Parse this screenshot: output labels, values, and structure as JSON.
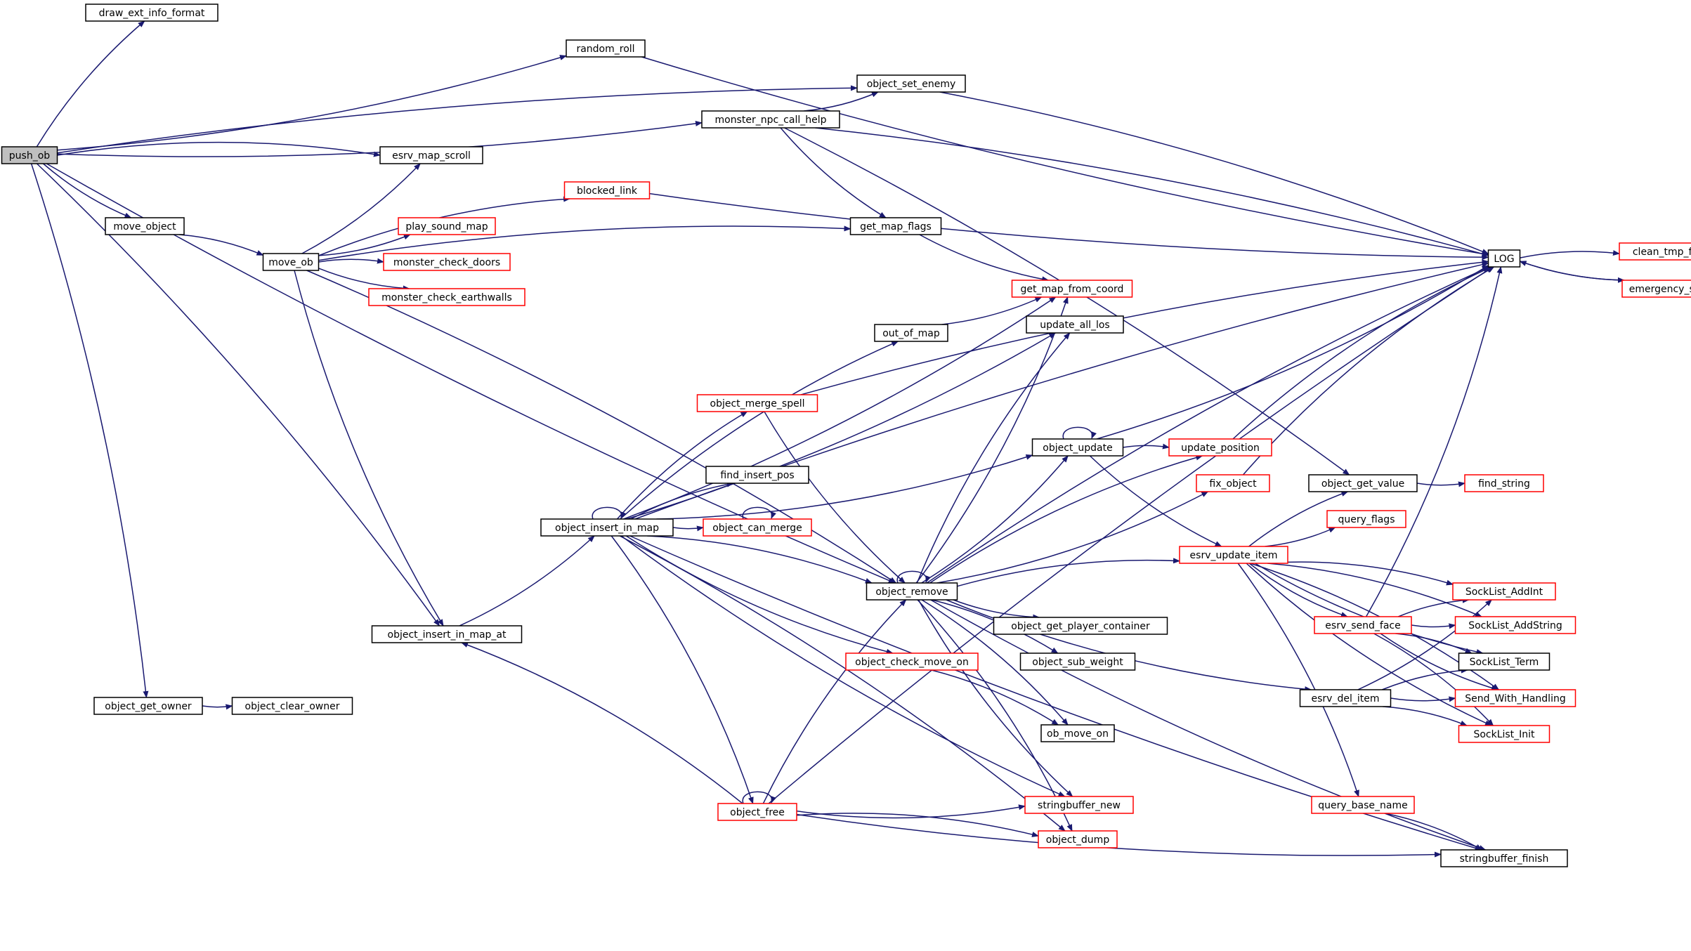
{
  "graph": {
    "root": "push_ob",
    "colors": {
      "edge": "#191970",
      "node_border": "#000000",
      "truncated_border": "#ff0000",
      "root_fill": "#bfbfbf",
      "background": "#ffffff"
    },
    "nodes": [
      {
        "id": "push_ob",
        "label": "push_ob",
        "root": true
      },
      {
        "id": "draw_ext_info_format",
        "label": "draw_ext_info_format"
      },
      {
        "id": "random_roll",
        "label": "random_roll"
      },
      {
        "id": "object_set_enemy",
        "label": "object_set_enemy"
      },
      {
        "id": "monster_npc_call_help",
        "label": "monster_npc_call_help"
      },
      {
        "id": "esrv_map_scroll",
        "label": "esrv_map_scroll"
      },
      {
        "id": "blocked_link",
        "label": "blocked_link",
        "truncated": true
      },
      {
        "id": "move_object",
        "label": "move_object"
      },
      {
        "id": "get_map_flags",
        "label": "get_map_flags"
      },
      {
        "id": "play_sound_map",
        "label": "play_sound_map",
        "truncated": true
      },
      {
        "id": "move_ob",
        "label": "move_ob"
      },
      {
        "id": "monster_check_doors",
        "label": "monster_check_doors",
        "truncated": true
      },
      {
        "id": "monster_check_earthwalls",
        "label": "monster_check_earthwalls",
        "truncated": true
      },
      {
        "id": "LOG",
        "label": "LOG"
      },
      {
        "id": "clean_tmp_files",
        "label": "clean_tmp_files",
        "truncated": true
      },
      {
        "id": "emergency_save",
        "label": "emergency_save",
        "truncated": true
      },
      {
        "id": "get_map_from_coord",
        "label": "get_map_from_coord",
        "truncated": true
      },
      {
        "id": "out_of_map",
        "label": "out_of_map"
      },
      {
        "id": "update_all_los",
        "label": "update_all_los"
      },
      {
        "id": "object_merge_spell",
        "label": "object_merge_spell",
        "truncated": true
      },
      {
        "id": "object_update",
        "label": "object_update"
      },
      {
        "id": "update_position",
        "label": "update_position",
        "truncated": true
      },
      {
        "id": "object_get_value",
        "label": "object_get_value"
      },
      {
        "id": "find_string",
        "label": "find_string",
        "truncated": true
      },
      {
        "id": "find_insert_pos",
        "label": "find_insert_pos"
      },
      {
        "id": "fix_object",
        "label": "fix_object",
        "truncated": true
      },
      {
        "id": "query_flags",
        "label": "query_flags",
        "truncated": true
      },
      {
        "id": "object_insert_in_map",
        "label": "object_insert_in_map"
      },
      {
        "id": "object_can_merge",
        "label": "object_can_merge",
        "truncated": true
      },
      {
        "id": "esrv_update_item",
        "label": "esrv_update_item",
        "truncated": true
      },
      {
        "id": "object_remove",
        "label": "object_remove"
      },
      {
        "id": "SockList_AddInt",
        "label": "SockList_AddInt",
        "truncated": true
      },
      {
        "id": "esrv_send_face",
        "label": "esrv_send_face",
        "truncated": true
      },
      {
        "id": "SockList_AddString",
        "label": "SockList_AddString",
        "truncated": true
      },
      {
        "id": "object_insert_in_map_at",
        "label": "object_insert_in_map_at"
      },
      {
        "id": "object_get_player_container",
        "label": "object_get_player_container"
      },
      {
        "id": "object_sub_weight",
        "label": "object_sub_weight"
      },
      {
        "id": "SockList_Term",
        "label": "SockList_Term"
      },
      {
        "id": "object_check_move_on",
        "label": "object_check_move_on",
        "truncated": true
      },
      {
        "id": "esrv_del_item",
        "label": "esrv_del_item"
      },
      {
        "id": "Send_With_Handling",
        "label": "Send_With_Handling",
        "truncated": true
      },
      {
        "id": "object_get_owner",
        "label": "object_get_owner"
      },
      {
        "id": "object_clear_owner",
        "label": "object_clear_owner"
      },
      {
        "id": "ob_move_on",
        "label": "ob_move_on"
      },
      {
        "id": "SockList_Init",
        "label": "SockList_Init",
        "truncated": true
      },
      {
        "id": "query_base_name",
        "label": "query_base_name",
        "truncated": true
      },
      {
        "id": "object_free",
        "label": "object_free",
        "truncated": true
      },
      {
        "id": "stringbuffer_new",
        "label": "stringbuffer_new",
        "truncated": true
      },
      {
        "id": "object_dump",
        "label": "object_dump",
        "truncated": true
      },
      {
        "id": "stringbuffer_finish",
        "label": "stringbuffer_finish"
      }
    ],
    "edges": [
      [
        "push_ob",
        "draw_ext_info_format"
      ],
      [
        "push_ob",
        "random_roll"
      ],
      [
        "push_ob",
        "object_set_enemy"
      ],
      [
        "push_ob",
        "monster_npc_call_help"
      ],
      [
        "push_ob",
        "esrv_map_scroll"
      ],
      [
        "push_ob",
        "move_object"
      ],
      [
        "push_ob",
        "object_insert_in_map_at"
      ],
      [
        "push_ob",
        "object_remove"
      ],
      [
        "push_ob",
        "object_get_owner"
      ],
      [
        "random_roll",
        "LOG"
      ],
      [
        "object_set_enemy",
        "LOG"
      ],
      [
        "monster_npc_call_help",
        "object_set_enemy"
      ],
      [
        "monster_npc_call_help",
        "LOG"
      ],
      [
        "monster_npc_call_help",
        "get_map_flags"
      ],
      [
        "monster_npc_call_help",
        "object_get_value"
      ],
      [
        "blocked_link",
        "LOG"
      ],
      [
        "move_object",
        "move_ob"
      ],
      [
        "move_ob",
        "esrv_map_scroll"
      ],
      [
        "move_ob",
        "blocked_link"
      ],
      [
        "move_ob",
        "play_sound_map"
      ],
      [
        "move_ob",
        "monster_check_doors"
      ],
      [
        "move_ob",
        "monster_check_earthwalls"
      ],
      [
        "move_ob",
        "get_map_flags"
      ],
      [
        "move_ob",
        "object_insert_in_map_at"
      ],
      [
        "move_ob",
        "object_remove"
      ],
      [
        "get_map_flags",
        "get_map_from_coord"
      ],
      [
        "LOG",
        "clean_tmp_files"
      ],
      [
        "LOG",
        "emergency_save"
      ],
      [
        "emergency_save",
        "LOG"
      ],
      [
        "out_of_map",
        "get_map_from_coord"
      ],
      [
        "object_merge_spell",
        "LOG"
      ],
      [
        "object_merge_spell",
        "object_remove"
      ],
      [
        "object_update",
        "object_update"
      ],
      [
        "object_update",
        "LOG"
      ],
      [
        "object_update",
        "update_position"
      ],
      [
        "object_update",
        "esrv_update_item"
      ],
      [
        "update_position",
        "LOG"
      ],
      [
        "object_get_value",
        "find_string"
      ],
      [
        "fix_object",
        "LOG"
      ],
      [
        "object_insert_in_map",
        "object_insert_in_map"
      ],
      [
        "object_insert_in_map",
        "LOG"
      ],
      [
        "object_insert_in_map",
        "get_map_from_coord"
      ],
      [
        "object_insert_in_map",
        "out_of_map"
      ],
      [
        "object_insert_in_map",
        "update_all_los"
      ],
      [
        "object_insert_in_map",
        "object_merge_spell"
      ],
      [
        "object_insert_in_map",
        "object_update"
      ],
      [
        "object_insert_in_map",
        "find_insert_pos"
      ],
      [
        "object_insert_in_map",
        "object_can_merge"
      ],
      [
        "object_insert_in_map",
        "object_remove"
      ],
      [
        "object_insert_in_map",
        "object_check_move_on"
      ],
      [
        "object_insert_in_map",
        "object_free"
      ],
      [
        "object_insert_in_map",
        "stringbuffer_new"
      ],
      [
        "object_insert_in_map",
        "object_dump"
      ],
      [
        "object_insert_in_map",
        "stringbuffer_finish"
      ],
      [
        "object_can_merge",
        "object_can_merge"
      ],
      [
        "object_remove",
        "object_remove"
      ],
      [
        "object_remove",
        "LOG"
      ],
      [
        "object_remove",
        "get_map_from_coord"
      ],
      [
        "object_remove",
        "update_all_los"
      ],
      [
        "object_remove",
        "object_update"
      ],
      [
        "object_remove",
        "update_position"
      ],
      [
        "object_remove",
        "fix_object"
      ],
      [
        "object_remove",
        "esrv_update_item"
      ],
      [
        "object_remove",
        "object_get_player_container"
      ],
      [
        "object_remove",
        "object_sub_weight"
      ],
      [
        "object_remove",
        "esrv_del_item"
      ],
      [
        "object_remove",
        "ob_move_on"
      ],
      [
        "object_remove",
        "stringbuffer_new"
      ],
      [
        "object_remove",
        "object_dump"
      ],
      [
        "object_remove",
        "stringbuffer_finish"
      ],
      [
        "esrv_update_item",
        "object_get_value"
      ],
      [
        "esrv_update_item",
        "query_flags"
      ],
      [
        "esrv_update_item",
        "SockList_AddInt"
      ],
      [
        "esrv_update_item",
        "esrv_send_face"
      ],
      [
        "esrv_update_item",
        "SockList_AddString"
      ],
      [
        "esrv_update_item",
        "SockList_Term"
      ],
      [
        "esrv_update_item",
        "Send_With_Handling"
      ],
      [
        "esrv_update_item",
        "SockList_Init"
      ],
      [
        "esrv_update_item",
        "query_base_name"
      ],
      [
        "esrv_send_face",
        "LOG"
      ],
      [
        "esrv_send_face",
        "SockList_AddInt"
      ],
      [
        "esrv_send_face",
        "SockList_AddString"
      ],
      [
        "esrv_send_face",
        "SockList_Term"
      ],
      [
        "esrv_send_face",
        "Send_With_Handling"
      ],
      [
        "esrv_send_face",
        "SockList_Init"
      ],
      [
        "object_insert_in_map_at",
        "object_insert_in_map"
      ],
      [
        "object_check_move_on",
        "ob_move_on"
      ],
      [
        "esrv_del_item",
        "SockList_AddInt"
      ],
      [
        "esrv_del_item",
        "SockList_Term"
      ],
      [
        "esrv_del_item",
        "Send_With_Handling"
      ],
      [
        "esrv_del_item",
        "SockList_Init"
      ],
      [
        "object_get_owner",
        "object_clear_owner"
      ],
      [
        "query_base_name",
        "stringbuffer_finish"
      ],
      [
        "object_free",
        "object_free"
      ],
      [
        "object_free",
        "LOG"
      ],
      [
        "object_free",
        "object_insert_in_map_at"
      ],
      [
        "object_free",
        "object_remove"
      ],
      [
        "object_free",
        "stringbuffer_new"
      ],
      [
        "object_free",
        "object_dump"
      ],
      [
        "object_free",
        "stringbuffer_finish"
      ]
    ]
  }
}
